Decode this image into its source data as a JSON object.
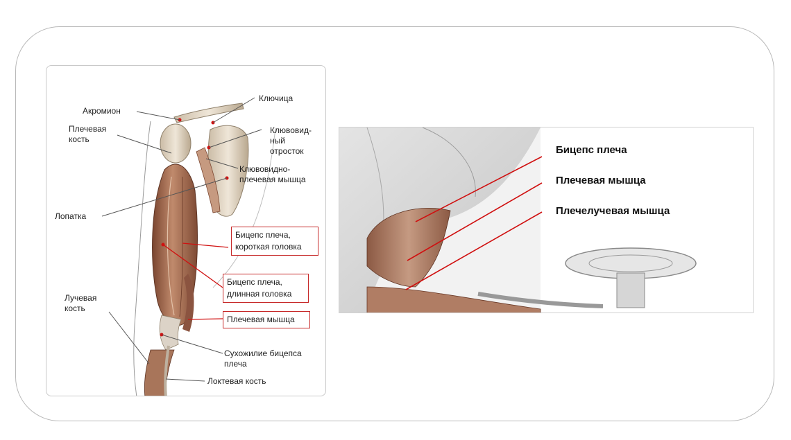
{
  "left_diagram": {
    "labels": {
      "acromion": "Акромион",
      "clavicle": "Ключица",
      "humerus": "Плечевая кость",
      "coracoid_process": "Клювовид-ный отросток",
      "coracobrachialis": "Клювовидно-плечевая мышца",
      "scapula": "Лопатка",
      "radius": "Лучевая кость",
      "biceps_tendon": "Сухожилие бицепса плеча",
      "ulna": "Локтевая кость"
    },
    "boxed_labels": {
      "biceps_short_head": "Бицепс плеча, короткая головка",
      "biceps_long_head": "Бицепс плеча, длинная головка",
      "brachialis": "Плечевая мышца"
    }
  },
  "right_diagram": {
    "labels": {
      "biceps": "Бицепс плеча",
      "brachialis": "Плечевая мышца",
      "brachioradialis": "Плечелучевая мышца"
    }
  },
  "colors": {
    "pointer_line": "#d01010",
    "box_border": "#c62828",
    "muscle": "#a5664a",
    "bone": "#e8dccb"
  }
}
